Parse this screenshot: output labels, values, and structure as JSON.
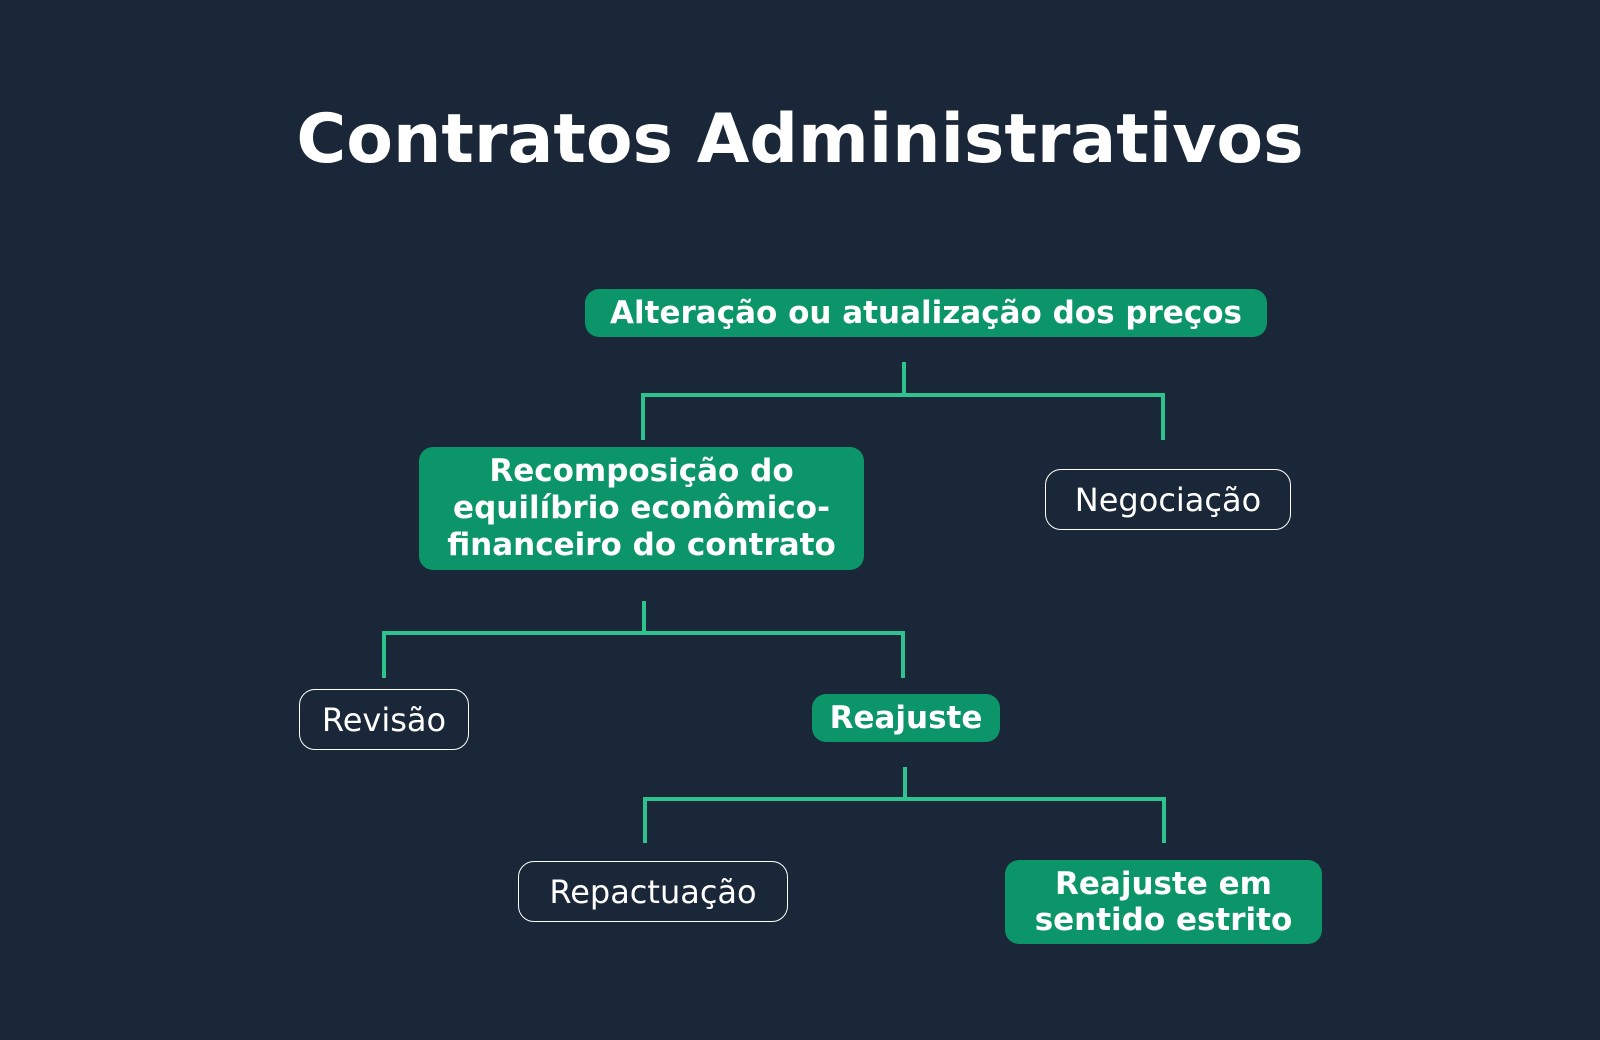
{
  "title": "Contratos Administrativos",
  "colors": {
    "background": "#1a2738",
    "node_fill": "#0b9568",
    "connector": "#2ec28e",
    "text": "#ffffff"
  },
  "nodes": {
    "root": "Alteração ou atualização dos preços",
    "recomposicao": "Recomposição  do\nequilíbrio econômico-\nfinanceiro do contrato",
    "negociacao": "Negociação",
    "revisao": "Revisão",
    "reajuste": "Reajuste",
    "repactuacao": "Repactuação",
    "reajuste_estrito": "Reajuste em\nsentido estrito"
  }
}
